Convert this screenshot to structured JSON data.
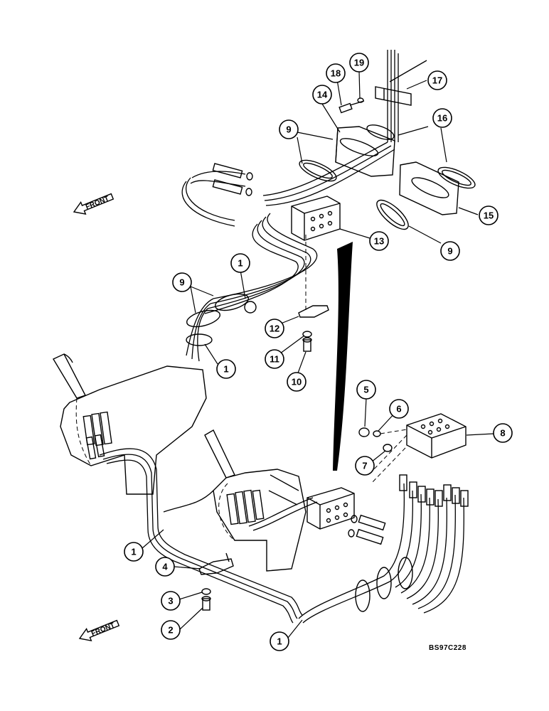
{
  "front_label_top": "FRONT",
  "front_label_bottom": "FRONT",
  "drawing_code": "BS97C228",
  "callouts": {
    "c1_upper": "1",
    "c1_lower_left": "1",
    "c1_mid_left": "1",
    "c1_bottom": "1",
    "c2": "2",
    "c3": "3",
    "c4": "4",
    "c5": "5",
    "c6": "6",
    "c7": "7",
    "c8": "8",
    "c9_upper": "9",
    "c9_left": "9",
    "c9_right": "9",
    "c10": "10",
    "c11": "11",
    "c12": "12",
    "c13": "13",
    "c14": "14",
    "c15": "15",
    "c16": "16",
    "c17": "17",
    "c18": "18",
    "c19": "19"
  }
}
